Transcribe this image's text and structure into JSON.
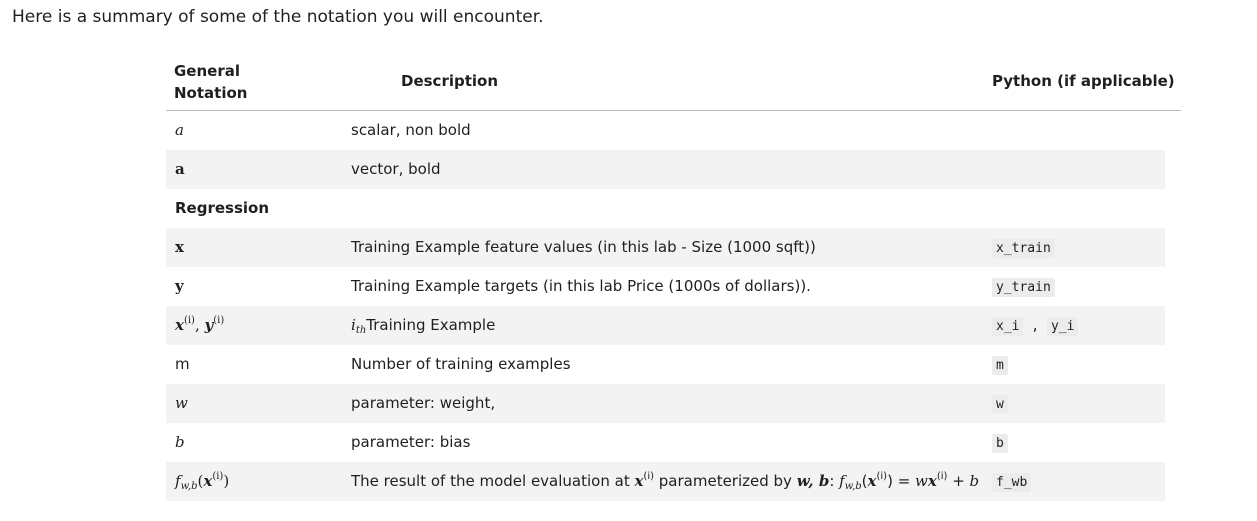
{
  "intro": "Here is a summary of some of the notation you will encounter.",
  "headers": {
    "notation_line1": "General",
    "notation_line2": "Notation",
    "description": "Description",
    "python": "Python (if applicable)"
  },
  "rows": {
    "scalar": {
      "notation": "a",
      "description": "scalar, non bold"
    },
    "vector": {
      "notation": "a",
      "description": "vector, bold"
    },
    "section": {
      "label": "Regression"
    },
    "x": {
      "notation": "x",
      "description": "Training Example feature values (in this lab - Size (1000 sqft))",
      "python": "x_train"
    },
    "y": {
      "notation": "y",
      "description": "Training Example targets (in this lab Price (1000s of dollars)).",
      "python": "y_train"
    },
    "xi": {
      "x": "x",
      "y": "y",
      "sup": "(i)",
      "sep": ", ",
      "desc_i": "i",
      "desc_sub": "th",
      "description": "Training Example",
      "python_a": "x_i",
      "python_sep": " , ",
      "python_b": "y_i"
    },
    "m": {
      "notation": "m",
      "description": "Number of training examples",
      "python": "m"
    },
    "w": {
      "notation": "w",
      "description": "parameter: weight,",
      "python": "w"
    },
    "b": {
      "notation": "b",
      "description": "parameter: bias",
      "python": "b"
    },
    "f": {
      "f": "f",
      "sub": "w,b",
      "arg_open": "(",
      "arg_x": "x",
      "arg_sup": "(i)",
      "arg_close": ")",
      "desc_pre": "The result of the model evaluation at ",
      "desc_mid": " parameterized by ",
      "desc_wb": "w, b",
      "desc_colon": ": ",
      "eq": " = ",
      "w": "w",
      "plus": " + ",
      "b": "b",
      "python": "f_wb"
    }
  }
}
